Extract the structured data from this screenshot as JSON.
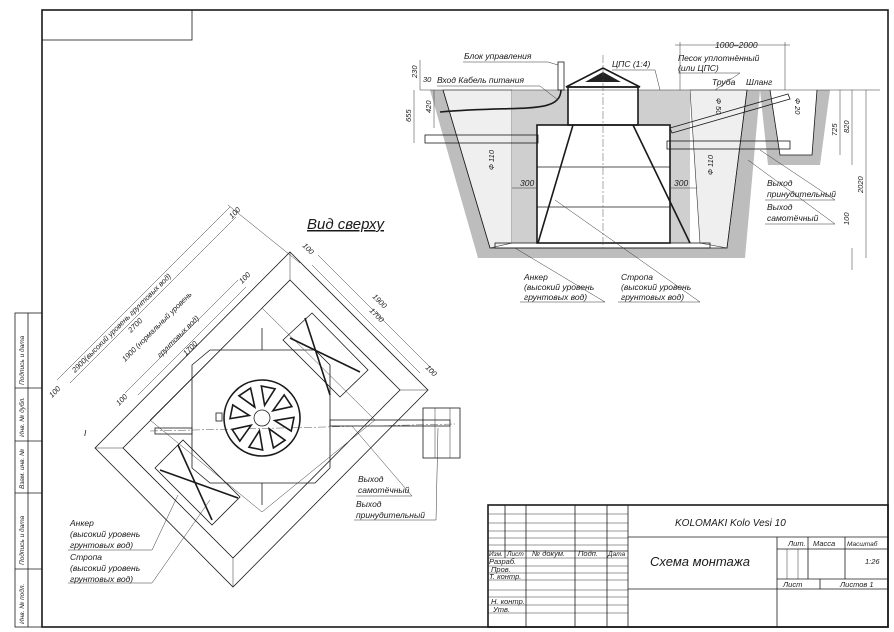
{
  "view_top": {
    "title": "Вид сверху",
    "section_mark": "I",
    "dims": {
      "d2900": "2900(высокий уровень грунтовых вод)",
      "d2700": "2700",
      "d1900n1": "1900 (нормальный уровень",
      "d1900n2": "грунтовых вод)",
      "d1700a": "1700",
      "d100a": "100",
      "d100b": "100",
      "d100c": "100",
      "d100d": "100",
      "d100e": "100",
      "d100f": "100",
      "d1900r": "1900",
      "d1700r": "1700"
    },
    "labels": {
      "anchor": [
        "Анкер",
        "(высокий уровень",
        "грунтовых вод)"
      ],
      "strap": [
        "Стропа",
        "(высокий уровень",
        "грунтовых вод)"
      ],
      "out_gravity": [
        "Выход",
        "самотёчный"
      ],
      "out_forced": [
        "Выход",
        "принудительный"
      ]
    }
  },
  "section": {
    "labels": {
      "control": "Блок управления",
      "cps": "ЦПС (1:4)",
      "cable": "Вход Кабель питания",
      "range": "1000–2000",
      "sand": [
        "Песок уплотнённый",
        "(или ЦПС)"
      ],
      "pipe": "Труба",
      "hose": "Шланг",
      "out_forced": [
        "Выход",
        "принудительный"
      ],
      "out_gravity": [
        "Выход",
        "самотёчный"
      ],
      "anchor": [
        "Анкер",
        "(высокий уровень",
        "грунтовых вод)"
      ],
      "strap": [
        "Стропа",
        "(высокий уровень",
        "грунтовых вод)"
      ]
    },
    "dims": {
      "d230": "230",
      "d30": "30",
      "d655": "655",
      "d420": "420",
      "d110a": "Ф 110",
      "d110b": "Ф 110",
      "d50": "Ф 50",
      "d20": "Ф 20",
      "d300a": "300",
      "d300b": "300",
      "d725": "725",
      "d820": "820",
      "d2020": "2020",
      "d100": "100"
    }
  },
  "side_strip": [
    "Подпись и дата",
    "Инв. № дубл.",
    "Взам. инв. №",
    "Подпись и дата",
    "Инв. № подл."
  ],
  "title_block": {
    "product": "KOLOMAKI Kolo Vesi 10",
    "drawing": "Схема монтажа",
    "headers": [
      "Изм.",
      "Лист",
      "№ докум.",
      "Подп.",
      "Дата"
    ],
    "roles": [
      "Разраб.",
      "Пров.",
      "Т. контр.",
      "Н. контр.",
      "Утв."
    ],
    "lit": "Лит.",
    "mass": "Масса",
    "scale_label": "Масштаб",
    "scale": "1:26",
    "sheet": "Лист",
    "sheets": "Листов 1"
  }
}
